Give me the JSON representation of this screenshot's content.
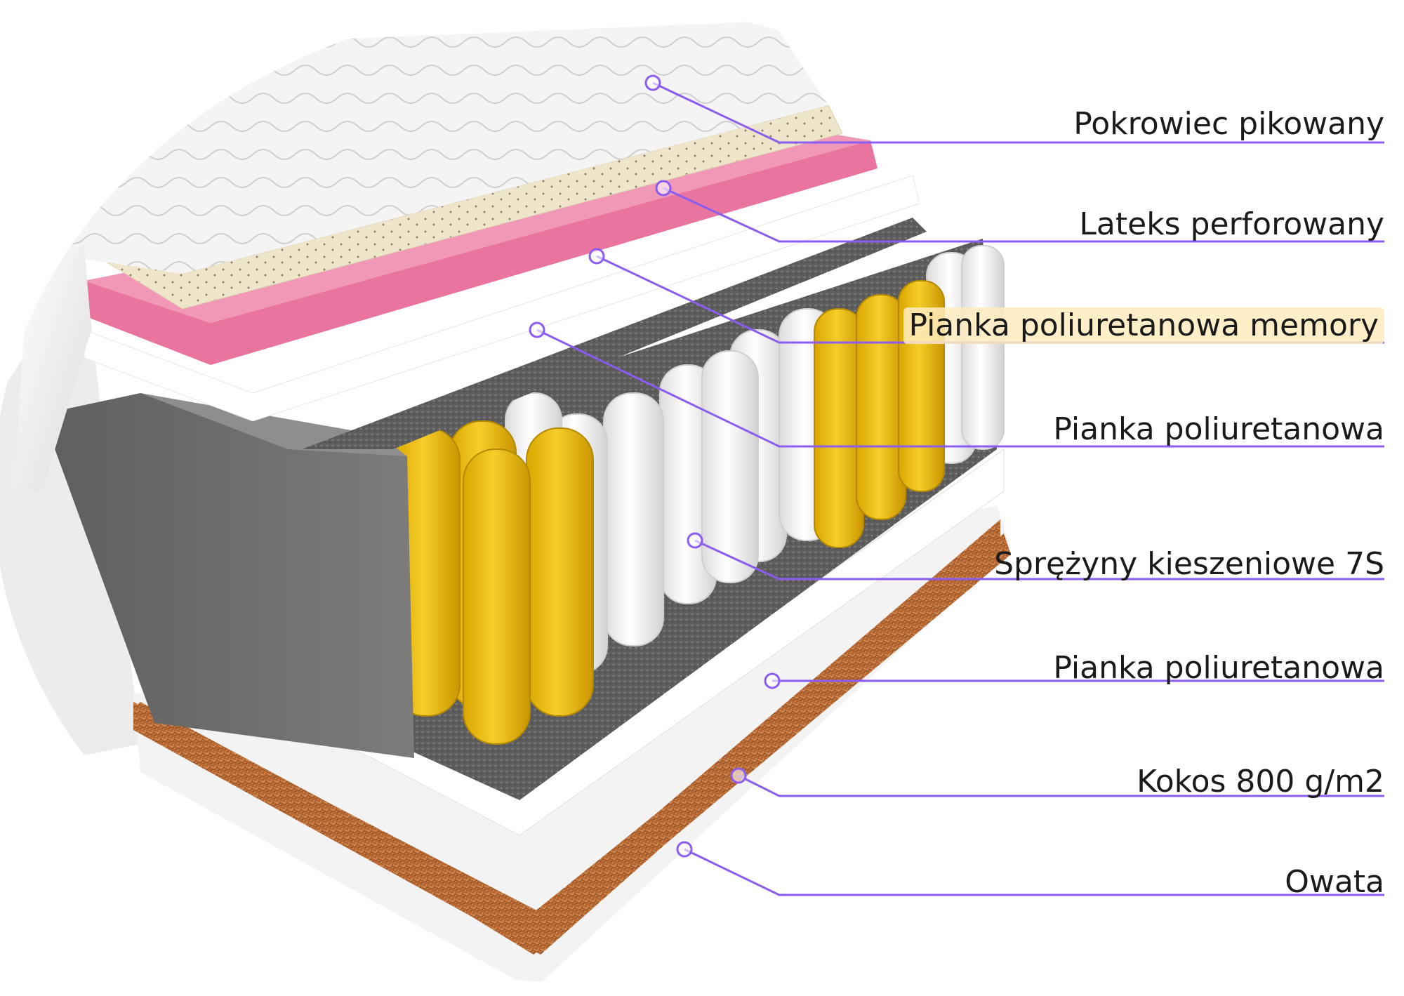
{
  "callouts": [
    {
      "text": "Pokrowiec pikowany"
    },
    {
      "text": "Lateks perforowany"
    },
    {
      "text": "Pianka poliuretanowa memory"
    },
    {
      "text": "Pianka poliuretanowa"
    },
    {
      "text": "Sprężyny kieszeniowe 7S"
    },
    {
      "text": "Pianka poliuretanowa"
    },
    {
      "text": "Kokos 800 g/m2"
    },
    {
      "text": "Owata"
    }
  ],
  "colors": {
    "callout_line": "#8a5cf0",
    "quilted_cover": "#f2f2f2",
    "latex": "#efe6cf",
    "memory_foam": "#e9749f",
    "foam": "#ffffff",
    "felt": "#6a6a6a",
    "spring_yellow": "#f0c419",
    "spring_white": "#f7f7f7",
    "side_block": "#707070",
    "coconut": "#b96a3c"
  }
}
